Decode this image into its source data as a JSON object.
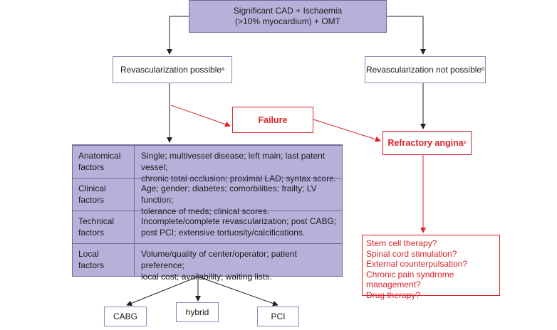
{
  "top_box": {
    "line1": "Significant CAD + Ischaemia",
    "line2": "(>10% myocardium) + OMT"
  },
  "revasc_possible": {
    "label": "Revascularization possible",
    "sup": "a"
  },
  "revasc_not_possible": {
    "label": "Revascularization not possible",
    "sup": "b"
  },
  "failure": {
    "label": "Failure"
  },
  "refractory": {
    "label": "Refractory angina",
    "sup": "c"
  },
  "factors": [
    {
      "label_l1": "Anatomical",
      "label_l2": "factors",
      "desc_l1": "Single; multivessel disease; left main; last patent vessel;",
      "desc_l2": "chronic total occlusion; proximal LAD; syntax score."
    },
    {
      "label_l1": "Clinical",
      "label_l2": "factors",
      "desc_l1": "Age; gender; diabetes; comorbilities; frailty; LV function;",
      "desc_l2": "tolerance of meds; clinical scores."
    },
    {
      "label_l1": "Technical",
      "label_l2": "factors",
      "desc_l1": "Incomplete/complete revascularization; post CABG;",
      "desc_l2": "post PCI; extensive tortuosity/calcifications."
    },
    {
      "label_l1": "Local",
      "label_l2": "factors",
      "desc_l1": "Volume/quality of center/operator; patient preference;",
      "desc_l2": "local cost; availability; waiting lists."
    }
  ],
  "therapies": [
    "Stem cell therapy?",
    "Spinal cord stimulation?",
    "External counterpulsation?",
    "Chronic pain syndrome management?",
    "Drug therapy?"
  ],
  "outcomes": {
    "cabg": "CABG",
    "hybrid": "hybrid",
    "pci": "PCI"
  },
  "colors": {
    "lavender": "#b7b1da",
    "red": "#d8232a",
    "border": "#8a8cb8"
  }
}
